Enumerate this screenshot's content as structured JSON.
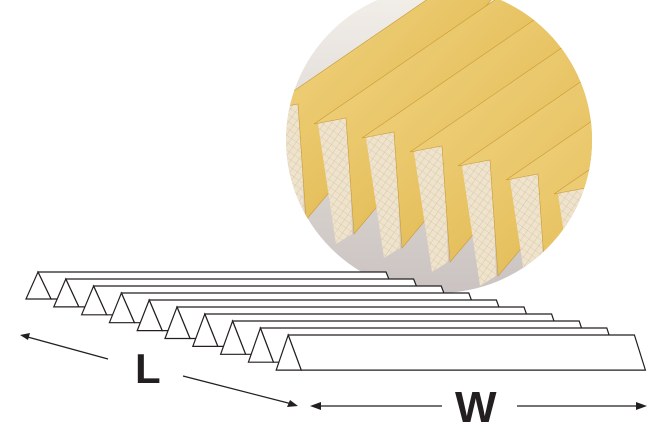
{
  "diagram": {
    "dimension_labels": {
      "length": "L",
      "width": "W"
    },
    "pleat_count": 10,
    "colors": {
      "media_yellow": "#e8c25a",
      "media_highlight": "#f3d98a",
      "backing_cream": "#efe3cc",
      "surface_grey": "#d8d3d1",
      "line": "#231f20"
    }
  }
}
